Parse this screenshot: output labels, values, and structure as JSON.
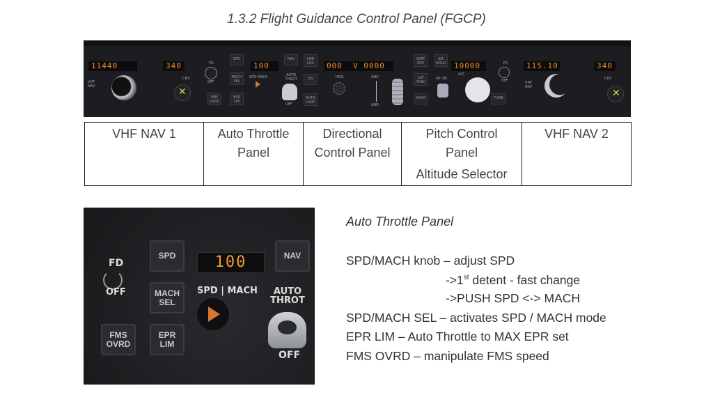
{
  "title": "1.3.2 Flight Guidance Control Panel (FGCP)",
  "top_panel": {
    "nav1_freq": "11440",
    "crs1": "340",
    "vhf_nav_label_1": "VHF",
    "vhf_nav_label_2": "NAV",
    "crs_label": "CRS",
    "fd_label": "FD",
    "off_label": "OFF",
    "spd": "SPD",
    "mach_sel": "MACH SEL",
    "epr_lim": "EPR LIM",
    "fms_ovrd": "FMS OVRD",
    "speed": "100",
    "spd_mach": "SPD MACH",
    "nav": "NAV",
    "auto_throt": "AUTO THROT",
    "vor_loc": "VOR LOC",
    "ils": "ILS",
    "auto_land": "AUTO LAND",
    "hdg_vs": "000  V 0000",
    "hdg_label": "HDG",
    "anu": "ANU",
    "and": "AND",
    "vert_spd": "VERT SPD",
    "alt_hold": "ALT HOLD",
    "lat_man": "LAT MAN",
    "vmax": "VMAX",
    "ap_on": "AP ON",
    "altitude": "10000",
    "alt_label": "ALT",
    "turb": "TURB",
    "nav2_freq": "115.10",
    "crs2": "340"
  },
  "table": [
    "VHF NAV 1",
    "Auto Throttle Panel",
    "Directional Control Panel",
    "Pitch Control Panel Altitude Selector",
    "VHF NAV 2"
  ],
  "table_lines": [
    [
      "VHF NAV 1"
    ],
    [
      "Auto Throttle",
      "Panel"
    ],
    [
      "Directional",
      "Control Panel"
    ],
    [
      "Pitch Control",
      "Panel",
      "Altitude Selector"
    ],
    [
      "VHF NAV 2"
    ]
  ],
  "bottom_panel": {
    "fd": "FD",
    "off": "OFF",
    "spd": "SPD",
    "mach_sel": "MACH\nSEL",
    "epr_lim": "EPR\nLIM",
    "fms_ovrd": "FMS\nOVRD",
    "speed": "100",
    "nav": "NAV",
    "spd_mach": "SPD | MACH",
    "auto_throt": "AUTO\nTHROT",
    "throt_off": "OFF"
  },
  "description": {
    "heading": "Auto Throttle Panel",
    "line1": "SPD/MACH knob – adjust SPD",
    "line2_pre": "->1",
    "line2_sup": "st",
    "line2_post": " detent - fast change",
    "line3": "->PUSH SPD <-> MACH",
    "line4": "SPD/MACH SEL – activates SPD / MACH mode",
    "line5": "EPR LIM – Auto Throttle to MAX EPR set",
    "line6": "FMS OVRD – manipulate FMS speed"
  }
}
